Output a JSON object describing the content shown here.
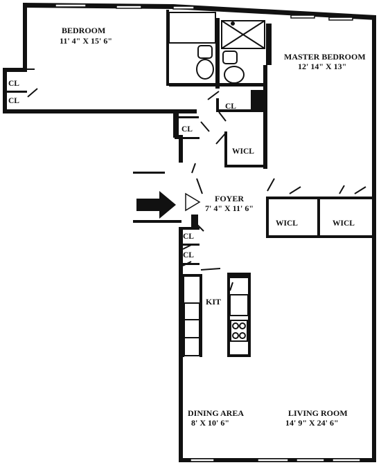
{
  "rooms": {
    "bedroom": {
      "name": "BEDROOM",
      "dims": "11' 4\" X 15' 6\""
    },
    "master_bedroom": {
      "name": "MASTER BEDROOM",
      "dims": "12' 14\" X 13\""
    },
    "foyer": {
      "name": "FOYER",
      "dims": "7' 4\" X 11' 6\""
    },
    "kitchen": {
      "name": "KIT"
    },
    "dining_area": {
      "name": "DINING AREA",
      "dims": "8' X 10' 6\""
    },
    "living_room": {
      "name": "LIVING ROOM",
      "dims": "14' 9\" X 24' 6\""
    }
  },
  "closets": {
    "bedroom_cl_1": "CL",
    "bedroom_cl_2": "CL",
    "hall_cl_1": "CL",
    "hall_cl_2": "CL",
    "foyer_cl_1": "CL",
    "foyer_cl_2": "CL",
    "wicl_1": "WICL",
    "wicl_2": "WICL",
    "wicl_3": "WICL"
  },
  "colors": {
    "wall": "#111111",
    "background": "#ffffff"
  },
  "icons": {
    "entry": "entry-arrow-icon",
    "direction": "triangle-marker-icon",
    "stove": "stove-icon",
    "toilet": "toilet-icon",
    "shower": "shower-icon"
  }
}
